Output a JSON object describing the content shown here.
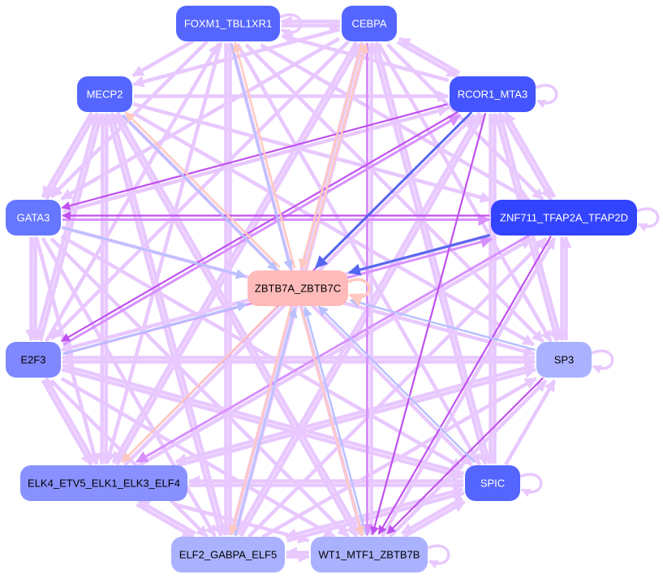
{
  "diagram": {
    "type": "directed-network",
    "nodes": [
      {
        "id": "FOXM1_TBL1XR1",
        "label": "FOXM1_TBL1XR1",
        "fill": "#5566ff",
        "text": "#ffffff",
        "self_loop": true
      },
      {
        "id": "CEBPA",
        "label": "CEBPA",
        "fill": "#5566ff",
        "text": "#ffffff",
        "self_loop": false
      },
      {
        "id": "MECP2",
        "label": "MECP2",
        "fill": "#5566ff",
        "text": "#ffffff",
        "self_loop": false
      },
      {
        "id": "RCOR1_MTA3",
        "label": "RCOR1_MTA3",
        "fill": "#4455ff",
        "text": "#ffffff",
        "self_loop": true
      },
      {
        "id": "GATA3",
        "label": "GATA3",
        "fill": "#6677ff",
        "text": "#ffffff",
        "self_loop": false
      },
      {
        "id": "ZNF711_TFAP2A_TFAP2D",
        "label": "ZNF711_TFAP2A_TFAP2D",
        "fill": "#3344ff",
        "text": "#ffffff",
        "self_loop": true
      },
      {
        "id": "ZBTB7A_ZBTB7C",
        "label": "ZBTB7A_ZBTB7C",
        "fill": "#ffbbbb",
        "text": "#000000",
        "self_loop": true
      },
      {
        "id": "E2F3",
        "label": "E2F3",
        "fill": "#7f88ff",
        "text": "#000000",
        "self_loop": false
      },
      {
        "id": "SP3",
        "label": "SP3",
        "fill": "#aab2ff",
        "text": "#000000",
        "self_loop": true
      },
      {
        "id": "ELK4_ETV5_ELK1_ELK3_ELF4",
        "label": "ELK4_ETV5_ELK1_ELK3_ELF4",
        "fill": "#8891ff",
        "text": "#000000",
        "self_loop": false
      },
      {
        "id": "SPIC",
        "label": "SPIC",
        "fill": "#5566ff",
        "text": "#ffffff",
        "self_loop": true
      },
      {
        "id": "ELF2_GABPA_ELF5",
        "label": "ELF2_GABPA_ELF5",
        "fill": "#aab2ff",
        "text": "#000000",
        "self_loop": false
      },
      {
        "id": "WT1_MTF1_ZBTB7B",
        "label": "WT1_MTF1_ZBTB7B",
        "fill": "#aab2ff",
        "text": "#000000",
        "self_loop": true
      }
    ],
    "edge_colors": {
      "default": "#e8c8ff",
      "strong": "#c050f0",
      "medium": "#d890ff",
      "blue_strong": "#5566ee",
      "blue_light": "#b8c0ff",
      "pink": "#ffc8c0"
    },
    "edges": [
      {
        "from": "FOXM1_TBL1XR1",
        "to": "ZBTB7A_ZBTB7C",
        "color": "blue_light"
      },
      {
        "from": "CEBPA",
        "to": "ZBTB7A_ZBTB7C",
        "color": "pink"
      },
      {
        "from": "MECP2",
        "to": "ZBTB7A_ZBTB7C",
        "color": "blue_light"
      },
      {
        "from": "ZBTB7A_ZBTB7C",
        "to": "MECP2",
        "color": "pink"
      },
      {
        "from": "RCOR1_MTA3",
        "to": "ZBTB7A_ZBTB7C",
        "color": "blue_strong"
      },
      {
        "from": "ZNF711_TFAP2A_TFAP2D",
        "to": "ZBTB7A_ZBTB7C",
        "color": "blue_strong"
      },
      {
        "from": "GATA3",
        "to": "ZBTB7A_ZBTB7C",
        "color": "blue_light"
      },
      {
        "from": "E2F3",
        "to": "ZBTB7A_ZBTB7C",
        "color": "blue_light"
      },
      {
        "from": "SP3",
        "to": "ZBTB7A_ZBTB7C",
        "color": "blue_light"
      },
      {
        "from": "SPIC",
        "to": "ZBTB7A_ZBTB7C",
        "color": "blue_light"
      },
      {
        "from": "ELF2_GABPA_ELF5",
        "to": "ZBTB7A_ZBTB7C",
        "color": "blue_light"
      },
      {
        "from": "ZBTB7A_ZBTB7C",
        "to": "ELF2_GABPA_ELF5",
        "color": "pink"
      },
      {
        "from": "WT1_MTF1_ZBTB7B",
        "to": "ZBTB7A_ZBTB7C",
        "color": "blue_light"
      },
      {
        "from": "ZBTB7A_ZBTB7C",
        "to": "WT1_MTF1_ZBTB7B",
        "color": "pink"
      },
      {
        "from": "ZBTB7A_ZBTB7C",
        "to": "ELK4_ETV5_ELK1_ELK3_ELF4",
        "color": "pink"
      },
      {
        "from": "ZBTB7A_ZBTB7C",
        "to": "CEBPA",
        "color": "pink"
      },
      {
        "from": "ZBTB7A_ZBTB7C",
        "to": "FOXM1_TBL1XR1",
        "color": "pink"
      },
      {
        "from": "RCOR1_MTA3",
        "to": "GATA3",
        "color": "strong"
      },
      {
        "from": "ZNF711_TFAP2A_TFAP2D",
        "to": "GATA3",
        "color": "strong"
      },
      {
        "from": "RCOR1_MTA3",
        "to": "E2F3",
        "color": "strong"
      },
      {
        "from": "RCOR1_MTA3",
        "to": "WT1_MTF1_ZBTB7B",
        "color": "strong"
      },
      {
        "from": "CEBPA",
        "to": "WT1_MTF1_ZBTB7B",
        "color": "medium"
      },
      {
        "from": "MECP2",
        "to": "ELF2_GABPA_ELF5",
        "color": "default"
      },
      {
        "from": "GATA3",
        "to": "ZNF711_TFAP2A_TFAP2D",
        "color": "medium"
      },
      {
        "from": "FOXM1_TBL1XR1",
        "to": "CEBPA",
        "color": "default"
      },
      {
        "from": "CEBPA",
        "to": "FOXM1_TBL1XR1",
        "color": "default"
      },
      {
        "from": "MECP2",
        "to": "RCOR1_MTA3",
        "color": "default"
      },
      {
        "from": "FOXM1_TBL1XR1",
        "to": "MECP2",
        "color": "default"
      },
      {
        "from": "MECP2",
        "to": "GATA3",
        "color": "default"
      },
      {
        "from": "GATA3",
        "to": "E2F3",
        "color": "default"
      },
      {
        "from": "E2F3",
        "to": "GATA3",
        "color": "default"
      },
      {
        "from": "E2F3",
        "to": "ELK4_ETV5_ELK1_ELK3_ELF4",
        "color": "default"
      },
      {
        "from": "ELK4_ETV5_ELK1_ELK3_ELF4",
        "to": "E2F3",
        "color": "default"
      },
      {
        "from": "ELK4_ETV5_ELK1_ELK3_ELF4",
        "to": "ELF2_GABPA_ELF5",
        "color": "default"
      },
      {
        "from": "ELF2_GABPA_ELF5",
        "to": "ELK4_ETV5_ELK1_ELK3_ELF4",
        "color": "default"
      },
      {
        "from": "ELF2_GABPA_ELF5",
        "to": "WT1_MTF1_ZBTB7B",
        "color": "default"
      },
      {
        "from": "WT1_MTF1_ZBTB7B",
        "to": "ELF2_GABPA_ELF5",
        "color": "default"
      },
      {
        "from": "WT1_MTF1_ZBTB7B",
        "to": "SPIC",
        "color": "default"
      },
      {
        "from": "SPIC",
        "to": "WT1_MTF1_ZBTB7B",
        "color": "default"
      },
      {
        "from": "SPIC",
        "to": "SP3",
        "color": "default"
      },
      {
        "from": "SP3",
        "to": "ZNF711_TFAP2A_TFAP2D",
        "color": "default"
      },
      {
        "from": "ZNF711_TFAP2A_TFAP2D",
        "to": "SP3",
        "color": "default"
      },
      {
        "from": "ZNF711_TFAP2A_TFAP2D",
        "to": "RCOR1_MTA3",
        "color": "default"
      },
      {
        "from": "RCOR1_MTA3",
        "to": "ZNF711_TFAP2A_TFAP2D",
        "color": "default"
      },
      {
        "from": "RCOR1_MTA3",
        "to": "CEBPA",
        "color": "default"
      },
      {
        "from": "CEBPA",
        "to": "RCOR1_MTA3",
        "color": "default"
      },
      {
        "from": "GATA3",
        "to": "RCOR1_MTA3",
        "color": "default"
      },
      {
        "from": "E2F3",
        "to": "RCOR1_MTA3",
        "color": "medium"
      },
      {
        "from": "ELK4_ETV5_ELK1_ELK3_ELF4",
        "to": "RCOR1_MTA3",
        "color": "default"
      },
      {
        "from": "ELF2_GABPA_ELF5",
        "to": "RCOR1_MTA3",
        "color": "default"
      },
      {
        "from": "SPIC",
        "to": "RCOR1_MTA3",
        "color": "default"
      },
      {
        "from": "SP3",
        "to": "RCOR1_MTA3",
        "color": "default"
      },
      {
        "from": "MECP2",
        "to": "SP3",
        "color": "default"
      },
      {
        "from": "MECP2",
        "to": "SPIC",
        "color": "default"
      },
      {
        "from": "MECP2",
        "to": "WT1_MTF1_ZBTB7B",
        "color": "default"
      },
      {
        "from": "MECP2",
        "to": "ELK4_ETV5_ELK1_ELK3_ELF4",
        "color": "default"
      },
      {
        "from": "MECP2",
        "to": "E2F3",
        "color": "default"
      },
      {
        "from": "MECP2",
        "to": "ZNF711_TFAP2A_TFAP2D",
        "color": "default"
      },
      {
        "from": "FOXM1_TBL1XR1",
        "to": "ZNF711_TFAP2A_TFAP2D",
        "color": "default"
      },
      {
        "from": "FOXM1_TBL1XR1",
        "to": "SP3",
        "color": "default"
      },
      {
        "from": "FOXM1_TBL1XR1",
        "to": "GATA3",
        "color": "default"
      },
      {
        "from": "FOXM1_TBL1XR1",
        "to": "ELF2_GABPA_ELF5",
        "color": "default"
      },
      {
        "from": "FOXM1_TBL1XR1",
        "to": "WT1_MTF1_ZBTB7B",
        "color": "default"
      },
      {
        "from": "FOXM1_TBL1XR1",
        "to": "ELK4_ETV5_ELK1_ELK3_ELF4",
        "color": "default"
      },
      {
        "from": "FOXM1_TBL1XR1",
        "to": "SPIC",
        "color": "default"
      },
      {
        "from": "CEBPA",
        "to": "MECP2",
        "color": "default"
      },
      {
        "from": "CEBPA",
        "to": "GATA3",
        "color": "default"
      },
      {
        "from": "CEBPA",
        "to": "E2F3",
        "color": "default"
      },
      {
        "from": "CEBPA",
        "to": "ELK4_ETV5_ELK1_ELK3_ELF4",
        "color": "default"
      },
      {
        "from": "CEBPA",
        "to": "ELF2_GABPA_ELF5",
        "color": "default"
      },
      {
        "from": "CEBPA",
        "to": "SPIC",
        "color": "default"
      },
      {
        "from": "CEBPA",
        "to": "SP3",
        "color": "default"
      },
      {
        "from": "CEBPA",
        "to": "ZNF711_TFAP2A_TFAP2D",
        "color": "default"
      },
      {
        "from": "GATA3",
        "to": "SP3",
        "color": "default"
      },
      {
        "from": "GATA3",
        "to": "SPIC",
        "color": "default"
      },
      {
        "from": "GATA3",
        "to": "WT1_MTF1_ZBTB7B",
        "color": "default"
      },
      {
        "from": "GATA3",
        "to": "ELF2_GABPA_ELF5",
        "color": "default"
      },
      {
        "from": "GATA3",
        "to": "ELK4_ETV5_ELK1_ELK3_ELF4",
        "color": "default"
      },
      {
        "from": "E2F3",
        "to": "SP3",
        "color": "default"
      },
      {
        "from": "E2F3",
        "to": "SPIC",
        "color": "default"
      },
      {
        "from": "E2F3",
        "to": "WT1_MTF1_ZBTB7B",
        "color": "default"
      },
      {
        "from": "E2F3",
        "to": "ELF2_GABPA_ELF5",
        "color": "default"
      },
      {
        "from": "E2F3",
        "to": "ZNF711_TFAP2A_TFAP2D",
        "color": "medium"
      },
      {
        "from": "ELK4_ETV5_ELK1_ELK3_ELF4",
        "to": "SP3",
        "color": "default"
      },
      {
        "from": "ELK4_ETV5_ELK1_ELK3_ELF4",
        "to": "SPIC",
        "color": "default"
      },
      {
        "from": "ELK4_ETV5_ELK1_ELK3_ELF4",
        "to": "WT1_MTF1_ZBTB7B",
        "color": "default"
      },
      {
        "from": "ELK4_ETV5_ELK1_ELK3_ELF4",
        "to": "ZNF711_TFAP2A_TFAP2D",
        "color": "default"
      },
      {
        "from": "ELF2_GABPA_ELF5",
        "to": "SP3",
        "color": "default"
      },
      {
        "from": "ELF2_GABPA_ELF5",
        "to": "SPIC",
        "color": "default"
      },
      {
        "from": "ELF2_GABPA_ELF5",
        "to": "ZNF711_TFAP2A_TFAP2D",
        "color": "default"
      },
      {
        "from": "WT1_MTF1_ZBTB7B",
        "to": "SP3",
        "color": "default"
      },
      {
        "from": "WT1_MTF1_ZBTB7B",
        "to": "ZNF711_TFAP2A_TFAP2D",
        "color": "default"
      },
      {
        "from": "ZNF711_TFAP2A_TFAP2D",
        "to": "ELK4_ETV5_ELK1_ELK3_ELF4",
        "color": "medium"
      },
      {
        "from": "ZNF711_TFAP2A_TFAP2D",
        "to": "E2F3",
        "color": "default"
      },
      {
        "from": "SPIC",
        "to": "ELK4_ETV5_ELK1_ELK3_ELF4",
        "color": "default"
      },
      {
        "from": "SPIC",
        "to": "ELF2_GABPA_ELF5",
        "color": "default"
      },
      {
        "from": "SPIC",
        "to": "E2F3",
        "color": "default"
      },
      {
        "from": "SP3",
        "to": "ELK4_ETV5_ELK1_ELK3_ELF4",
        "color": "default"
      },
      {
        "from": "SP3",
        "to": "E2F3",
        "color": "default"
      },
      {
        "from": "SP3",
        "to": "WT1_MTF1_ZBTB7B",
        "color": "strong"
      },
      {
        "from": "ZNF711_TFAP2A_TFAP2D",
        "to": "WT1_MTF1_ZBTB7B",
        "color": "strong"
      },
      {
        "from": "RCOR1_MTA3",
        "to": "ELF2_GABPA_ELF5",
        "color": "default"
      },
      {
        "from": "RCOR1_MTA3",
        "to": "ELK4_ETV5_ELK1_ELK3_ELF4",
        "color": "strong"
      },
      {
        "from": "RCOR1_MTA3",
        "to": "SP3",
        "color": "default"
      },
      {
        "from": "RCOR1_MTA3",
        "to": "SPIC",
        "color": "default"
      },
      {
        "from": "RCOR1_MTA3",
        "to": "FOXM1_TBL1XR1",
        "color": "default"
      },
      {
        "from": "GATA3",
        "to": "MECP2",
        "color": "default"
      },
      {
        "from": "E2F3",
        "to": "MECP2",
        "color": "default"
      },
      {
        "from": "ELK4_ETV5_ELK1_ELK3_ELF4",
        "to": "MECP2",
        "color": "default"
      },
      {
        "from": "ELF2_GABPA_ELF5",
        "to": "MECP2",
        "color": "default"
      },
      {
        "from": "WT1_MTF1_ZBTB7B",
        "to": "MECP2",
        "color": "default"
      },
      {
        "from": "WT1_MTF1_ZBTB7B",
        "to": "CEBPA",
        "color": "default"
      },
      {
        "from": "ELF2_GABPA_ELF5",
        "to": "CEBPA",
        "color": "default"
      },
      {
        "from": "ELK4_ETV5_ELK1_ELK3_ELF4",
        "to": "CEBPA",
        "color": "default"
      },
      {
        "from": "SPIC",
        "to": "CEBPA",
        "color": "default"
      },
      {
        "from": "E2F3",
        "to": "FOXM1_TBL1XR1",
        "color": "default"
      },
      {
        "from": "ELF2_GABPA_ELF5",
        "to": "FOXM1_TBL1XR1",
        "color": "default"
      }
    ]
  }
}
